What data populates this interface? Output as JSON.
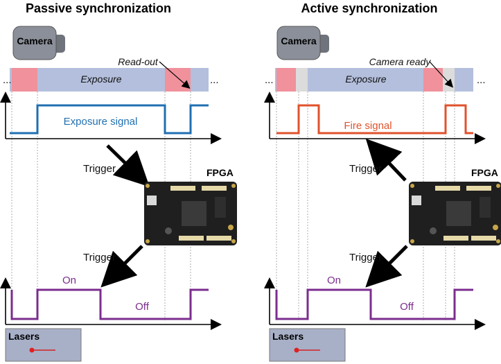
{
  "left": {
    "title": "Passive synchronization",
    "camera_label": "Camera",
    "exposure_label": "Exposure",
    "annotation": "Read-out",
    "signal_label": "Exposure signal",
    "trigger_top": "Trigger",
    "trigger_bottom": "Trigger",
    "fpga_label": "FPGA",
    "on_label": "On",
    "off_label": "Off",
    "lasers_label": "Lasers",
    "ellipsis": "..."
  },
  "right": {
    "title": "Active synchronization",
    "camera_label": "Camera",
    "exposure_label": "Exposure",
    "annotation": "Camera ready",
    "signal_label": "Fire signal",
    "trigger_top": "Trigger",
    "trigger_bottom": "Trigger",
    "fpga_label": "FPGA",
    "on_label": "On",
    "off_label": "Off",
    "lasers_label": "Lasers",
    "ellipsis": "..."
  },
  "colors": {
    "exposure_bar": "#b3bfdc",
    "readout": "#f0919c",
    "ready": "#dcdcdc",
    "exposure_signal": "#1f6fb2",
    "fire_signal": "#e0522c",
    "laser_signal": "#7b2d8e",
    "camera_body": "#8a8f99",
    "pcb": "#1f1f1f",
    "lasers_panel": "#a8b0c8"
  },
  "icons": [
    "camera-icon",
    "fpga-board-icon",
    "laser-beam-icon",
    "arrow-icon"
  ]
}
